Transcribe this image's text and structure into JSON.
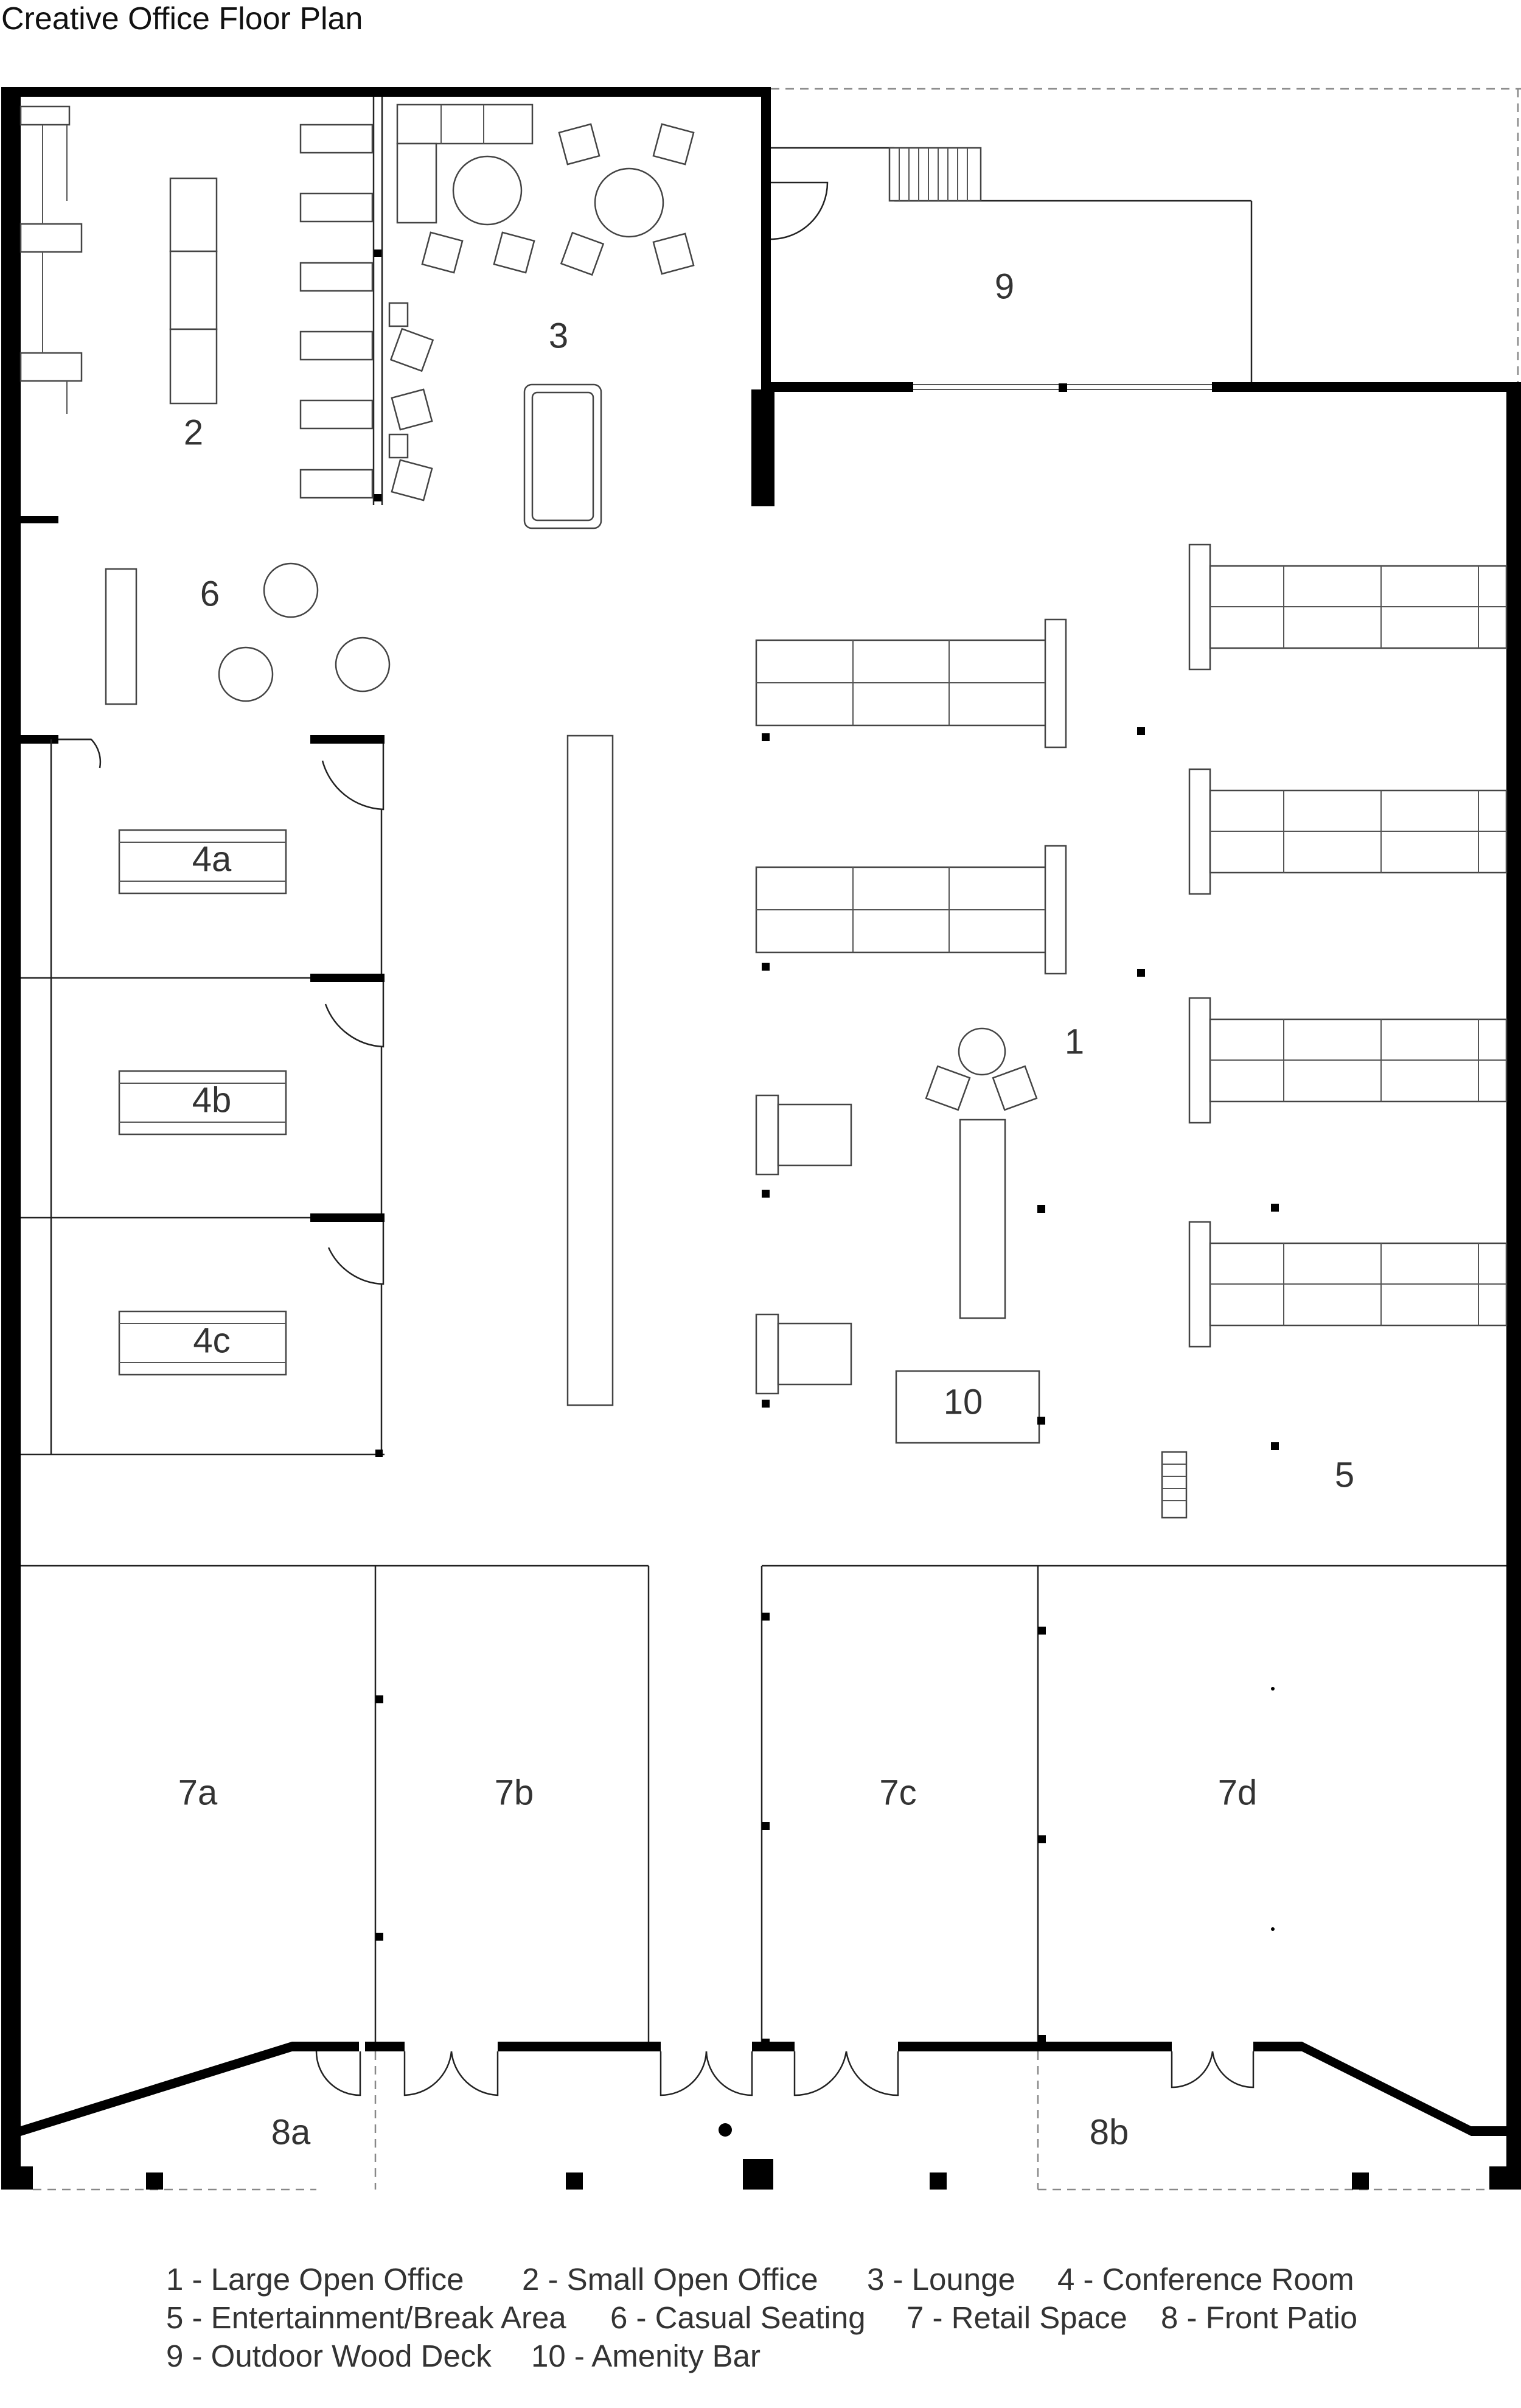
{
  "title": "Creative Office Floor Plan",
  "rooms": {
    "r1": "1",
    "r2": "2",
    "r3": "3",
    "r4a": "4a",
    "r4b": "4b",
    "r4c": "4c",
    "r5": "5",
    "r6": "6",
    "r7a": "7a",
    "r7b": "7b",
    "r7c": "7c",
    "r7d": "7d",
    "r8a": "8a",
    "r8b": "8b",
    "r9": "9",
    "r10": "10"
  },
  "legend": {
    "l1": "1 - Large Open Office",
    "l2": "2 - Small Open Office",
    "l3": "3 - Lounge",
    "l4": "4 - Conference Room",
    "l5": "5 - Entertainment/Break Area",
    "l6": "6 - Casual Seating",
    "l7": "7 - Retail Space",
    "l8": "8 - Front Patio",
    "l9": "9 - Outdoor Wood Deck",
    "l10": "10 - Amenity Bar"
  }
}
